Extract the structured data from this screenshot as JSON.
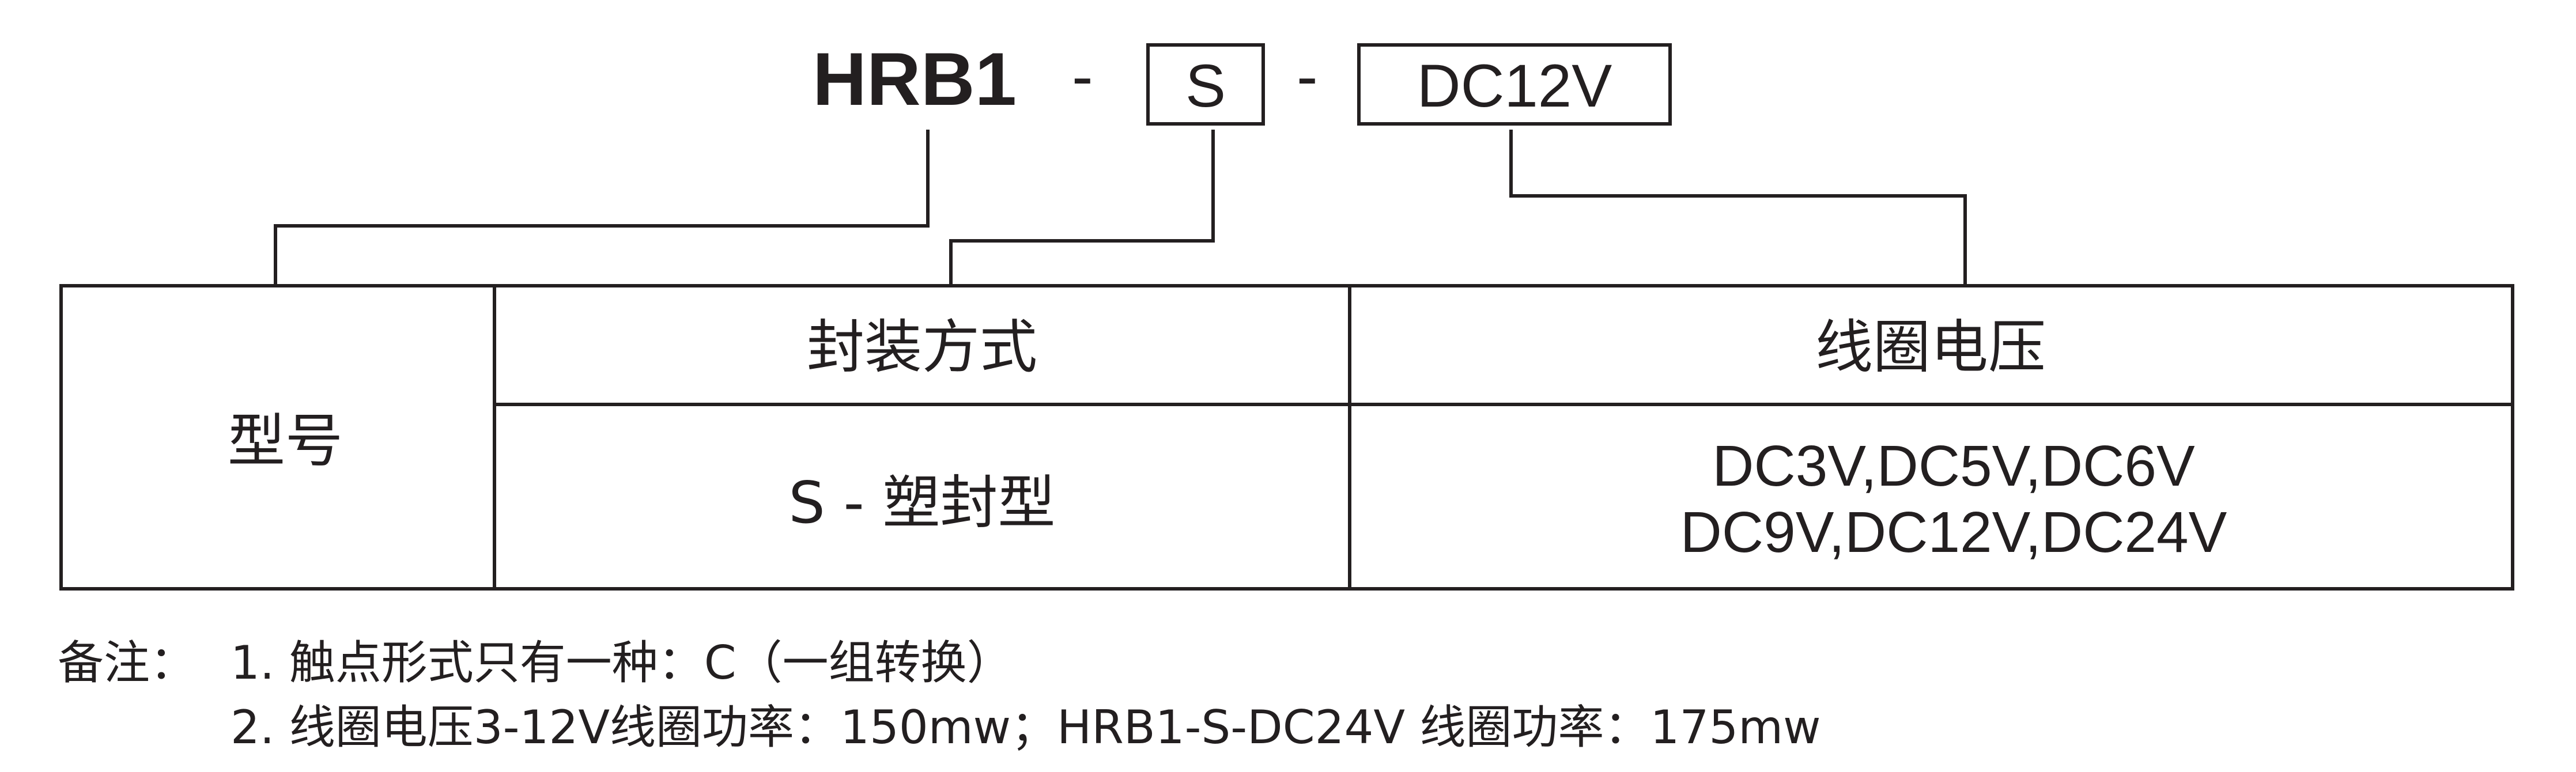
{
  "code": {
    "model": "HRB1",
    "sep1": "-",
    "package_value": "S",
    "sep2": "-",
    "voltage_value": "DC12V"
  },
  "table": {
    "model_header": "型号",
    "package_header": "封装方式",
    "voltage_header": "线圈电压",
    "package_option": "S - 塑封型",
    "voltage_options": [
      "DC3V,DC5V,DC6V",
      "DC9V,DC12V,DC24V"
    ]
  },
  "notes": {
    "label": "备注：",
    "items": [
      "1. 触点形式只有一种：C（一组转换）",
      "2. 线圈电压3-12V线圈功率：150mw；HRB1-S-DC24V  线圈功率：175mw"
    ]
  },
  "colors": {
    "ink": "#231f20",
    "background": "#ffffff"
  }
}
